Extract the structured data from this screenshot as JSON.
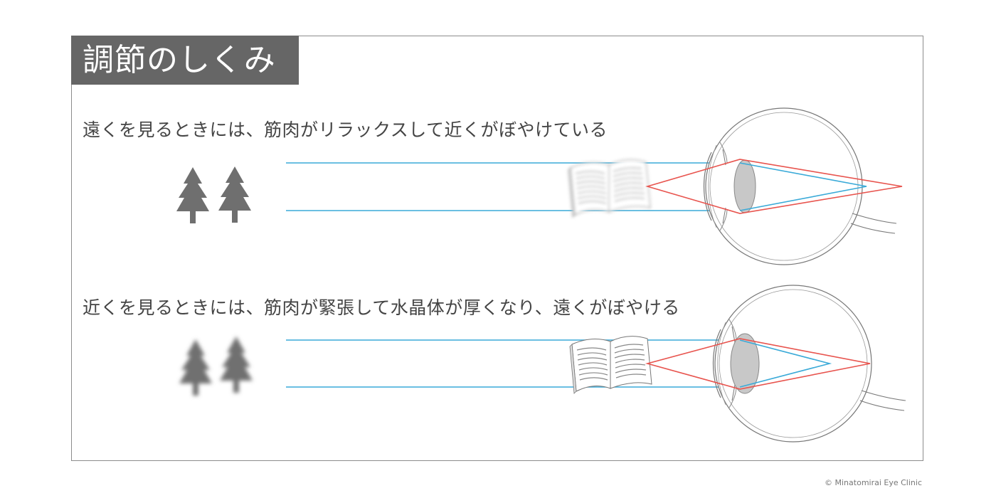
{
  "title": "調節のしくみ",
  "captions": {
    "far": "遠くを見るときには、筋肉がリラックスして近くがぼやけている",
    "near": "近くを見るときには、筋肉が緊張して水晶体が厚くなり、遠くがぼやける"
  },
  "credit": "© Minatomirai Eye Clinic",
  "colors": {
    "frame": "#8c8c8c",
    "title_bg": "#666666",
    "blue_ray": "#3aaad8",
    "red_ray": "#e8544e",
    "tree": "#6f6f6f",
    "lens": "#c8c8c8"
  },
  "icons": [
    "tree-icon",
    "book-icon",
    "eye-icon"
  ]
}
